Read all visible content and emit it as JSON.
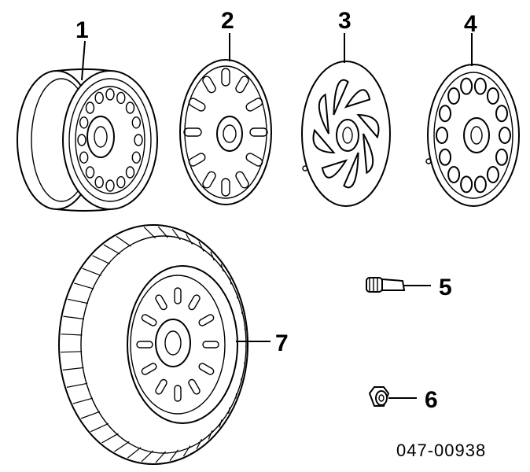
{
  "callouts": {
    "c1": "1",
    "c2": "2",
    "c3": "3",
    "c4": "4",
    "c5": "5",
    "c6": "6",
    "c7": "7"
  },
  "part_number": "047-00938"
}
